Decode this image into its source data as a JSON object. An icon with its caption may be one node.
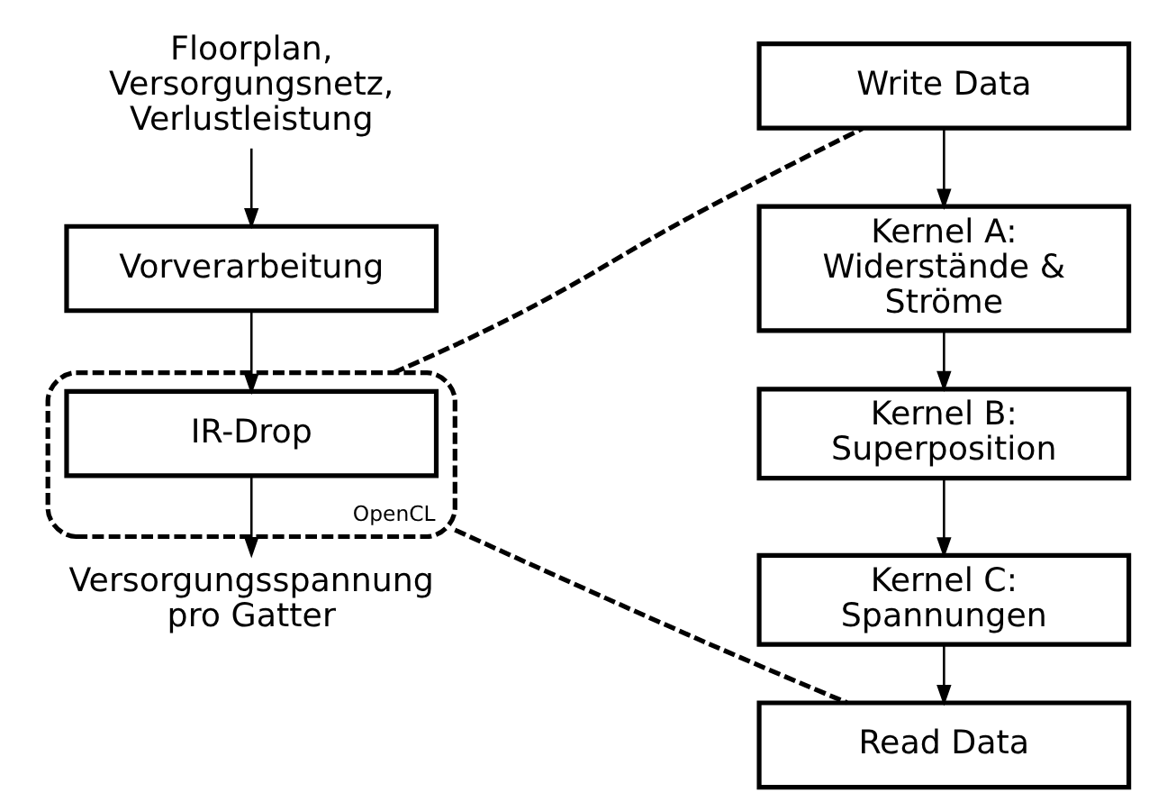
{
  "diagram": {
    "nodes": [
      {
        "text": [
          "Floorplan, Versorgungsnetz, Verlustleistung"
        ]
      },
      {
        "text": [
          "Vorverarbeitung"
        ]
      },
      {
        "text": [
          "OpenCL"
        ]
      },
      {
        "text": [
          "IR-Drop"
        ],
        "in": 2
      },
      {
        "text": [
          "Versorgungsspannung pro Gatter"
        ]
      },
      {
        "text": [
          "Write Data"
        ]
      },
      {
        "text": [
          "Kernel A: Widerstände & Ströme"
        ]
      },
      {
        "text": [
          "Kernel B: Superposition"
        ]
      },
      {
        "text": [
          "Kernel C: Spannungen"
        ]
      },
      {
        "text": [
          "Read Data"
        ]
      }
    ],
    "edges": [
      {
        "from": 0,
        "to": 1,
        "arrow": "to"
      },
      {
        "from": 1,
        "to": 3,
        "arrow": "to"
      },
      {
        "from": 3,
        "to": 4,
        "arrow": "to"
      },
      {
        "from": 2,
        "to": 5,
        "arrow": "none",
        "style": "dashed"
      },
      {
        "from": 2,
        "to": 9,
        "arrow": "none",
        "style": "dashed"
      },
      {
        "from": 5,
        "to": 6,
        "arrow": "to"
      },
      {
        "from": 6,
        "to": 7,
        "arrow": "to"
      },
      {
        "from": 7,
        "to": 8,
        "arrow": "to"
      },
      {
        "from": 8,
        "to": 9,
        "arrow": "to"
      }
    ]
  }
}
